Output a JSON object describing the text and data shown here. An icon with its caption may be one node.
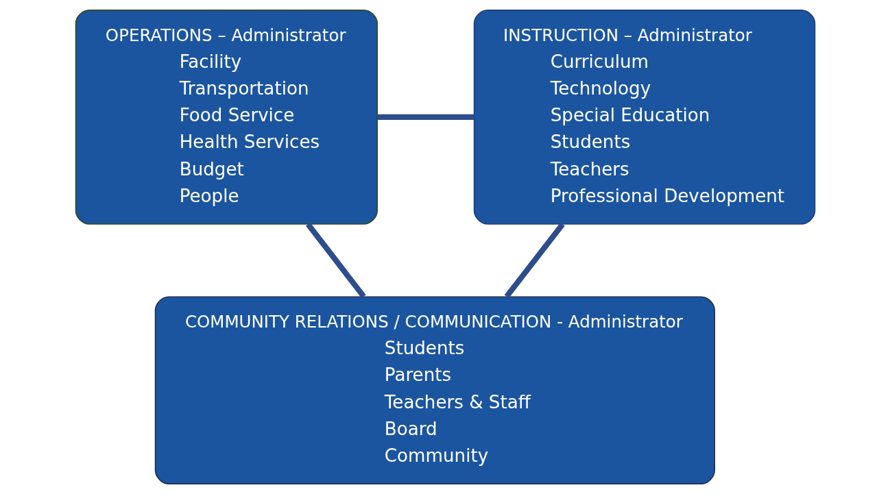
{
  "diagram": {
    "nodes": [
      {
        "text": [
          "OPERATIONS – Administrator",
          "Facility",
          "Transportation",
          "Food Service",
          "Health Services",
          "Budget",
          "People"
        ]
      },
      {
        "text": [
          "INSTRUCTION – Administrator",
          "Curriculum",
          "Technology",
          "Special Education",
          "Students",
          "Teachers",
          "Professional Development"
        ]
      },
      {
        "text": [
          "COMMUNITY RELATIONS / COMMUNICATION - Administrator",
          "Students",
          "Parents",
          "Teachers & Staff",
          "Board",
          "Community"
        ]
      }
    ],
    "edges": [
      {
        "from": 0,
        "to": 1,
        "arrow": "none"
      },
      {
        "from": 1,
        "to": 2,
        "arrow": "none"
      },
      {
        "from": 2,
        "to": 0,
        "arrow": "none"
      }
    ]
  }
}
